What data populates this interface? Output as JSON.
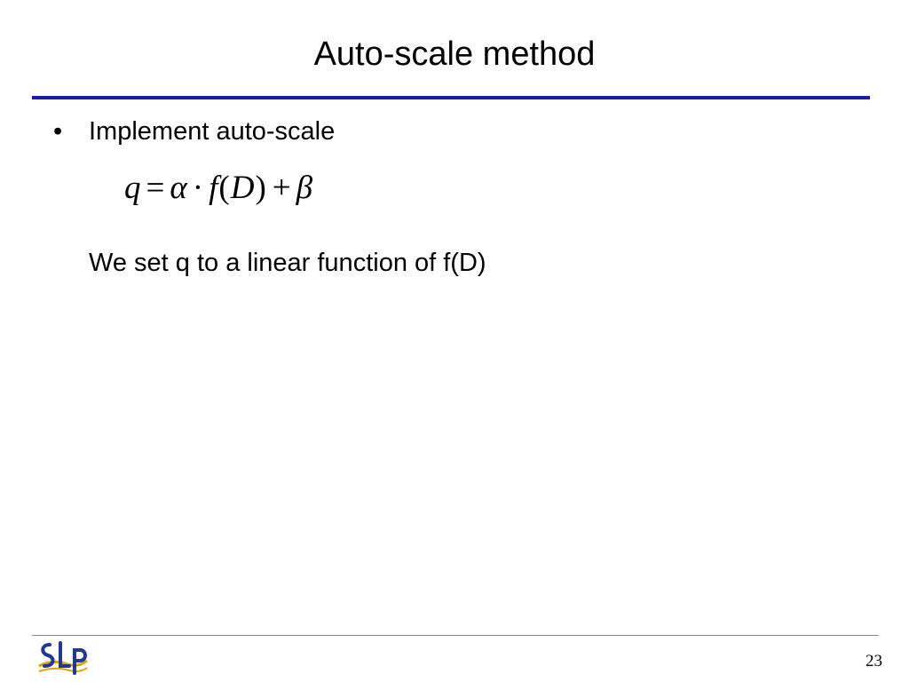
{
  "slide": {
    "title": "Auto-scale method",
    "bullets": [
      {
        "symbol": "•",
        "text": "Implement auto-scale"
      }
    ],
    "formula": {
      "q": "q",
      "eq": "=",
      "alpha": "α",
      "dot": "·",
      "f": "f",
      "lparen": "(",
      "D": "D",
      "rparen": ")",
      "plus": "+",
      "beta": "β"
    },
    "body_text": "We set q to a linear function of f(D)",
    "logo": "SLP",
    "page_number": "23"
  },
  "colors": {
    "title_rule": "#1a1aa6",
    "logo_blue": "#1f3a93",
    "logo_gold": "#e0a000"
  },
  "icons": {
    "logo": "slp-logo-icon"
  }
}
